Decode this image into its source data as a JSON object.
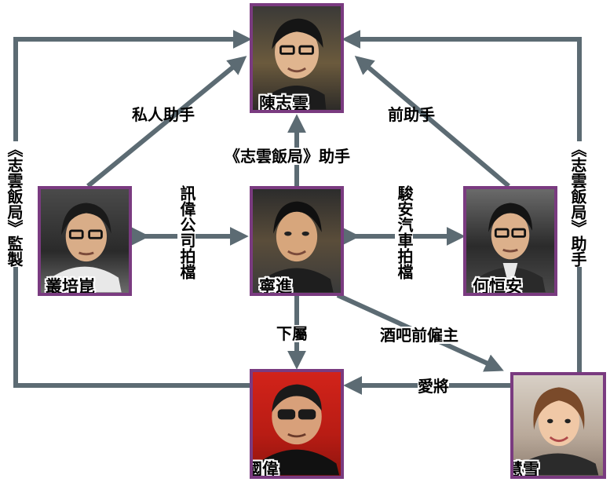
{
  "people": {
    "chen_zhiyun": "陳志雲",
    "ning_jin": "寧進",
    "cong_peikun": "叢培崑",
    "he_hengan": "何恒安",
    "qian_guowei": "錢國偉",
    "sun_huixue": "孫慧雪"
  },
  "relations": {
    "private_assistant": "私人助手",
    "restaurant_assistant": "《志雲飯局》助手",
    "former_assistant": "前助手",
    "xunwei_shoot": "訊偉公司拍檔",
    "junan_shoot": "駿安汽車拍檔",
    "subordinate": "下屬",
    "former_bar_employer": "酒吧前僱主",
    "favorite_general": "愛將",
    "restaurant_supervisor": "《志雲飯局》監製",
    "restaurant_helper": "《志雲飯局》助手"
  },
  "colors": {
    "arrow": "#5c6b73",
    "frame": "#7a3b80"
  }
}
